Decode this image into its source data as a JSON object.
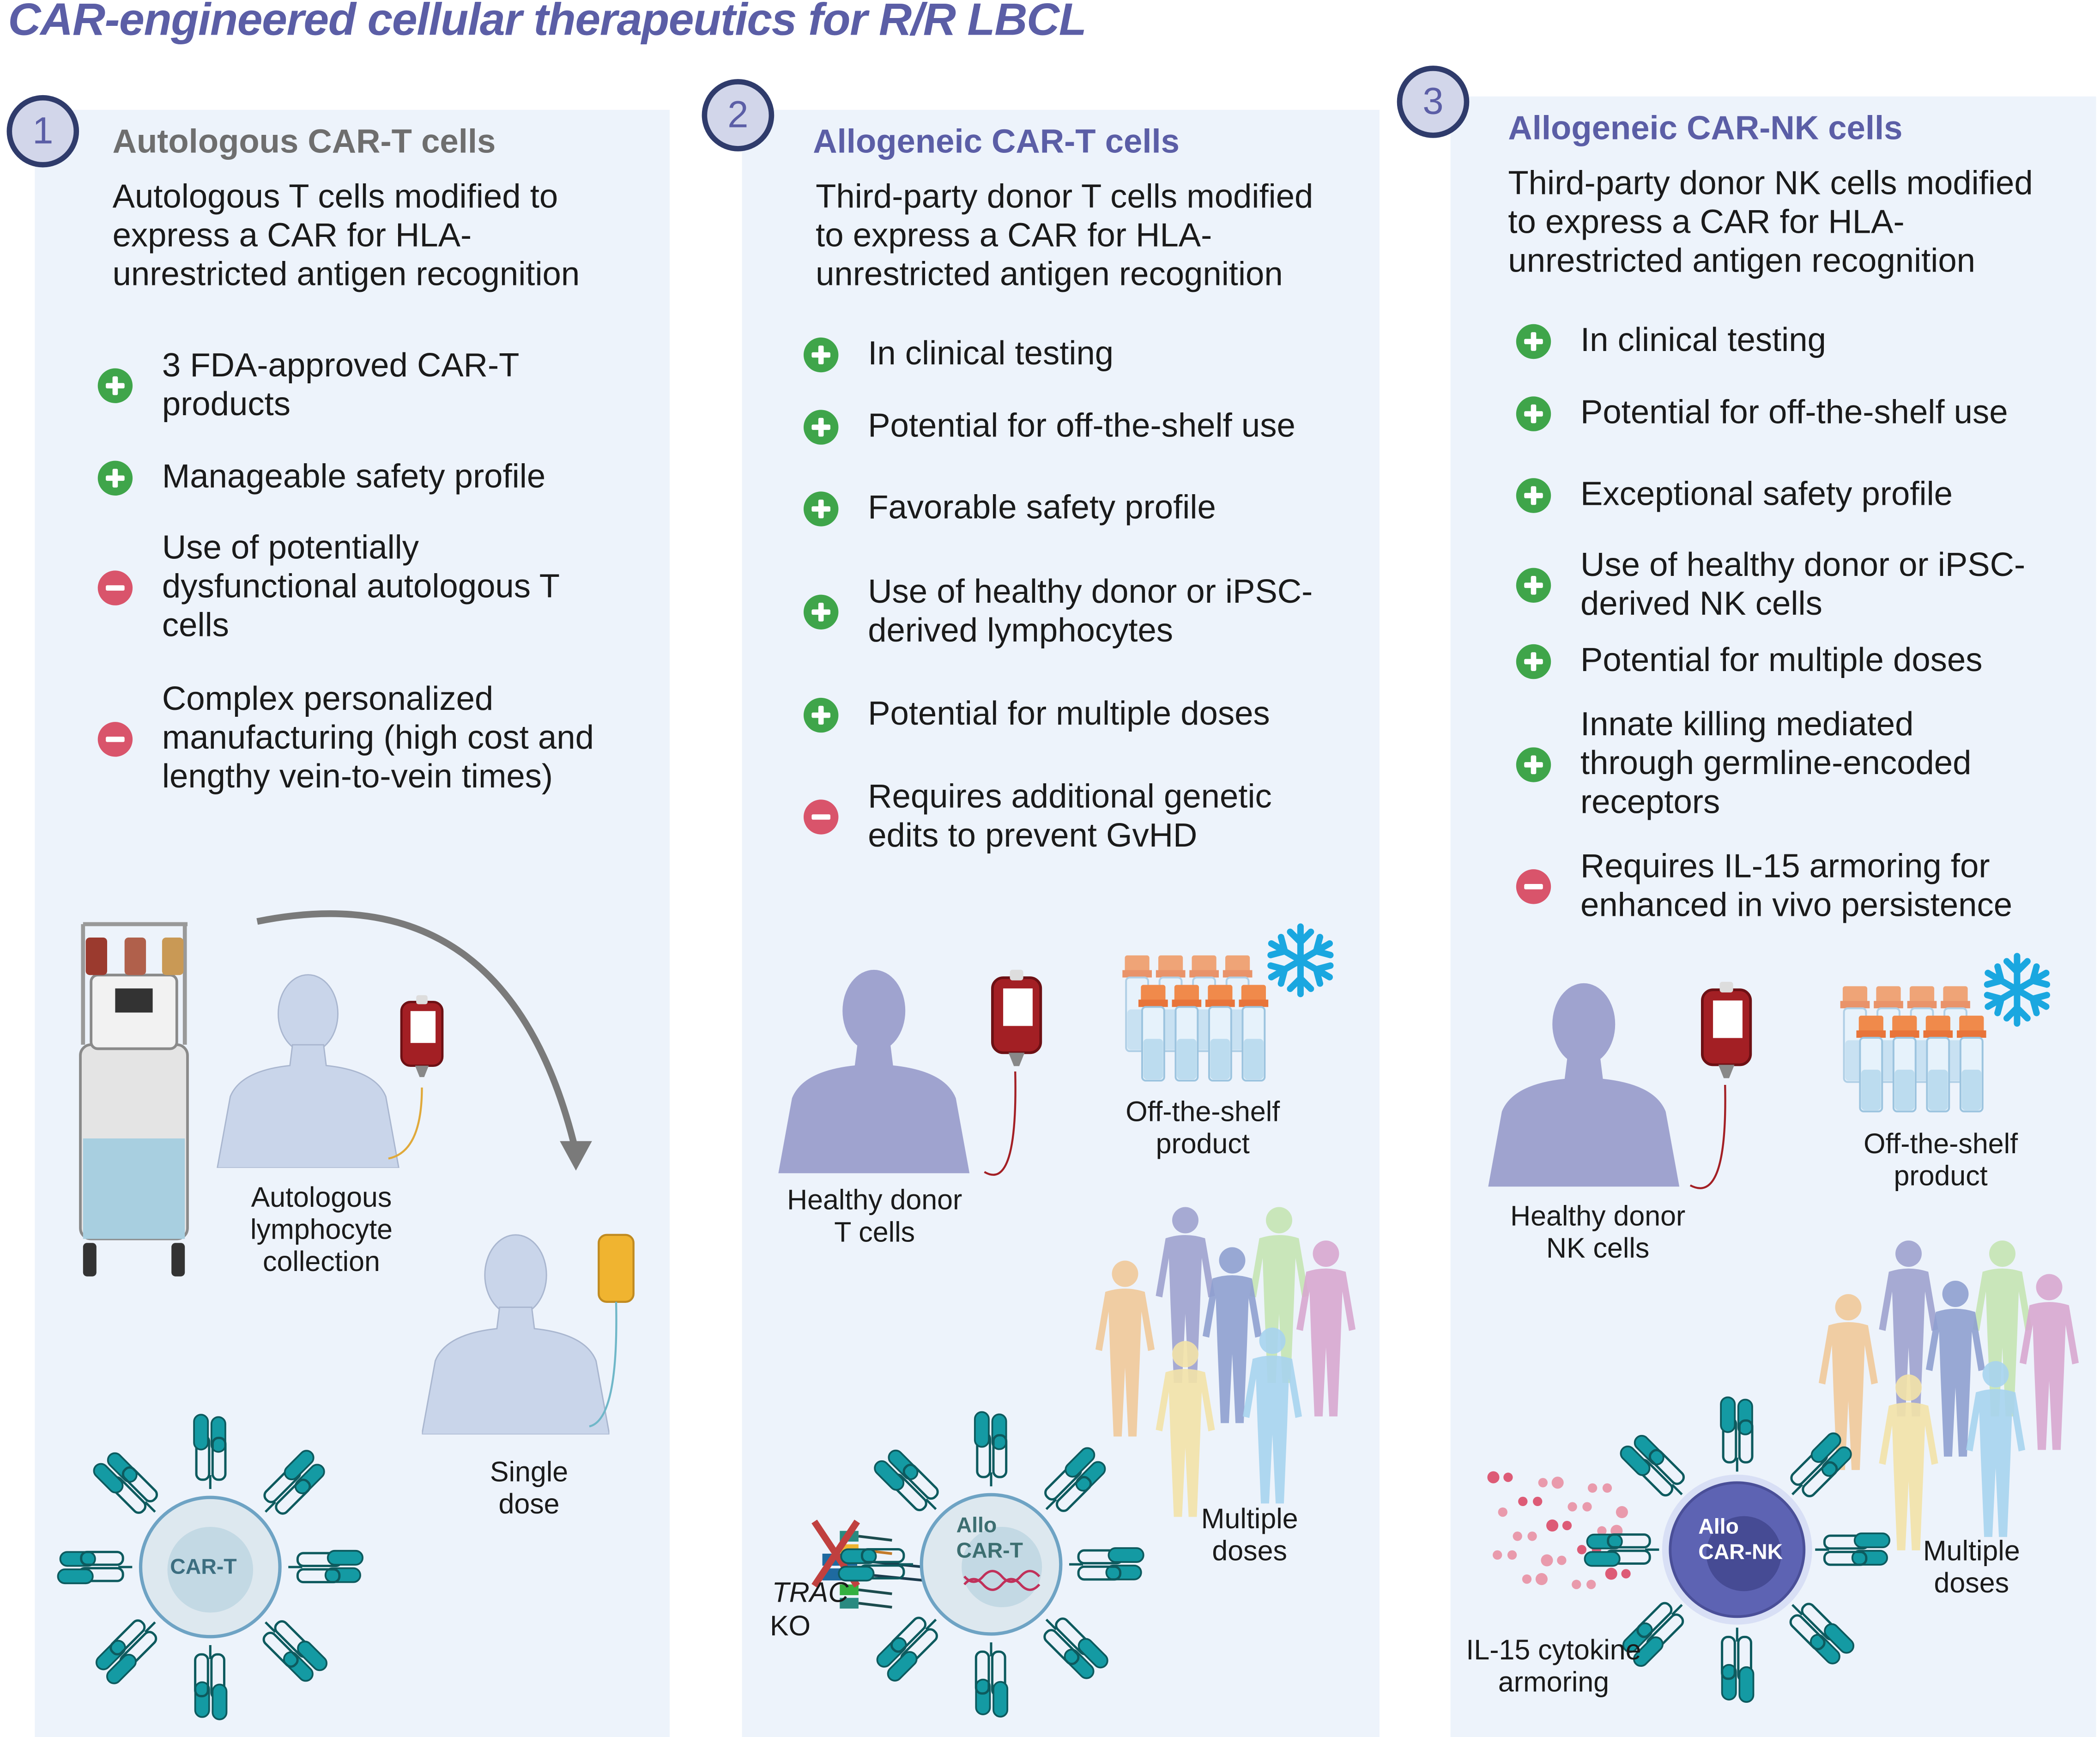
{
  "title": "CAR-engineered cellular therapeutics for R/R LBCL",
  "panels": [
    {
      "number": "1",
      "heading": "Autologous CAR-T cells",
      "description": "Autologous T cells modified to\nexpress a CAR for HLA-\nunrestricted antigen recognition",
      "items": [
        {
          "type": "pro",
          "text": "3 FDA-approved CAR-T\nproducts"
        },
        {
          "type": "pro",
          "text": "Manageable safety profile"
        },
        {
          "type": "con",
          "text": "Use of potentially\ndysfunctional autologous T\ncells"
        },
        {
          "type": "con",
          "text": "Complex personalized\nmanufacturing (high cost and\nlengthy vein-to-vein times)"
        }
      ],
      "labels": {
        "collection": "Autologous\nlymphocyte\ncollection",
        "single_dose": "Single\ndose",
        "cell": "CAR-T"
      }
    },
    {
      "number": "2",
      "heading": "Allogeneic CAR-T cells",
      "description": "Third-party donor T cells modified\nto express a CAR for HLA-\nunrestricted antigen recognition",
      "items": [
        {
          "type": "pro",
          "text": "In clinical testing"
        },
        {
          "type": "pro",
          "text": "Potential for off-the-shelf use"
        },
        {
          "type": "pro",
          "text": "Favorable safety profile"
        },
        {
          "type": "pro",
          "text": "Use of healthy donor or iPSC-\nderived  lymphocytes"
        },
        {
          "type": "pro",
          "text": "Potential for multiple doses"
        },
        {
          "type": "con",
          "text": "Requires additional genetic\nedits to prevent GvHD"
        }
      ],
      "labels": {
        "donor": "Healthy donor\nT cells",
        "product": "Off-the-shelf\nproduct",
        "doses": "Multiple\ndoses",
        "trac": "TRAC",
        "ko": "KO",
        "cell": "Allo\nCAR-T"
      }
    },
    {
      "number": "3",
      "heading": "Allogeneic CAR-NK cells",
      "description": "Third-party donor NK cells modified\nto express a CAR for HLA-\nunrestricted antigen recognition",
      "items": [
        {
          "type": "pro",
          "text": "In clinical testing"
        },
        {
          "type": "pro",
          "text": "Potential for off-the-shelf use"
        },
        {
          "type": "pro",
          "text": "Exceptional safety profile"
        },
        {
          "type": "pro",
          "text": "Use of healthy donor or iPSC-\nderived NK cells"
        },
        {
          "type": "pro",
          "text": "Potential for multiple doses"
        },
        {
          "type": "pro",
          "text": "Innate killing mediated\nthrough germline-encoded\nreceptors"
        },
        {
          "type": "con",
          "text": "Requires IL-15 armoring for\nenhanced in vivo persistence"
        }
      ],
      "labels": {
        "donor": "Healthy donor\nNK cells",
        "product": "Off-the-shelf\nproduct",
        "doses": "Multiple\ndoses",
        "il15": "IL-15 cytokine\narmoring",
        "cell": "Allo\nCAR-NK"
      }
    }
  ],
  "colors": {
    "title": "#5b5ea6",
    "panel_bg": "#edf3fb",
    "pro": "#3fa54a",
    "con": "#d9546b",
    "receptor": "#149aa3"
  }
}
